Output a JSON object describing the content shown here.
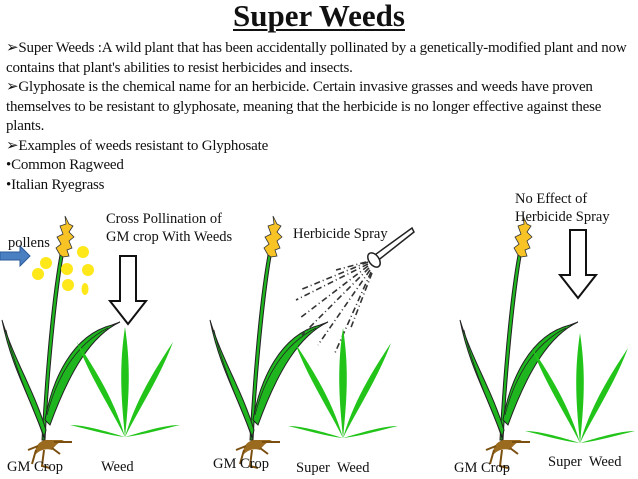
{
  "title": "Super Weeds",
  "bullets": [
    {
      "marker": "➢",
      "text": "Super Weeds :A wild plant that has been accidentally pollinated by a genetically-modified plant and now contains that plant's abilities to resist herbicides and insects."
    },
    {
      "marker": "➢",
      "text": "Glyphosate is the chemical name for an herbicide. Certain invasive grasses and weeds have proven themselves to be resistant to glyphosate, meaning that the herbicide is no longer effective against these plants."
    },
    {
      "marker": "➢",
      "text": "Examples of weeds resistant to Glyphosate"
    }
  ],
  "examples": [
    {
      "marker": "•",
      "text": "Common Ragweed"
    },
    {
      "marker": "•",
      "text": "Italian Ryegrass"
    }
  ],
  "diagram": {
    "panel1": {
      "pollens_label": "pollens",
      "annotation_line1": "Cross Pollination of",
      "annotation_line2": "GM crop With Weeds",
      "crop_label": "GM Crop",
      "weed_label": "Weed"
    },
    "panel2": {
      "annotation": "Herbicide Spray",
      "crop_label": "GM Crop",
      "weed_label": "Super  Weed"
    },
    "panel3": {
      "annotation_line1": "No Effect of",
      "annotation_line2": "Herbicide Spray",
      "crop_label": "GM Crop",
      "weed_label": "Super  Weed"
    },
    "colors": {
      "leaf_green": "#22c41a",
      "crop_green": "#1fb51f",
      "tassel": "#f7c325",
      "pollen": "#ffe81a",
      "root": "#9a6b1e",
      "arrow_blue": "#4a7fc1"
    }
  }
}
